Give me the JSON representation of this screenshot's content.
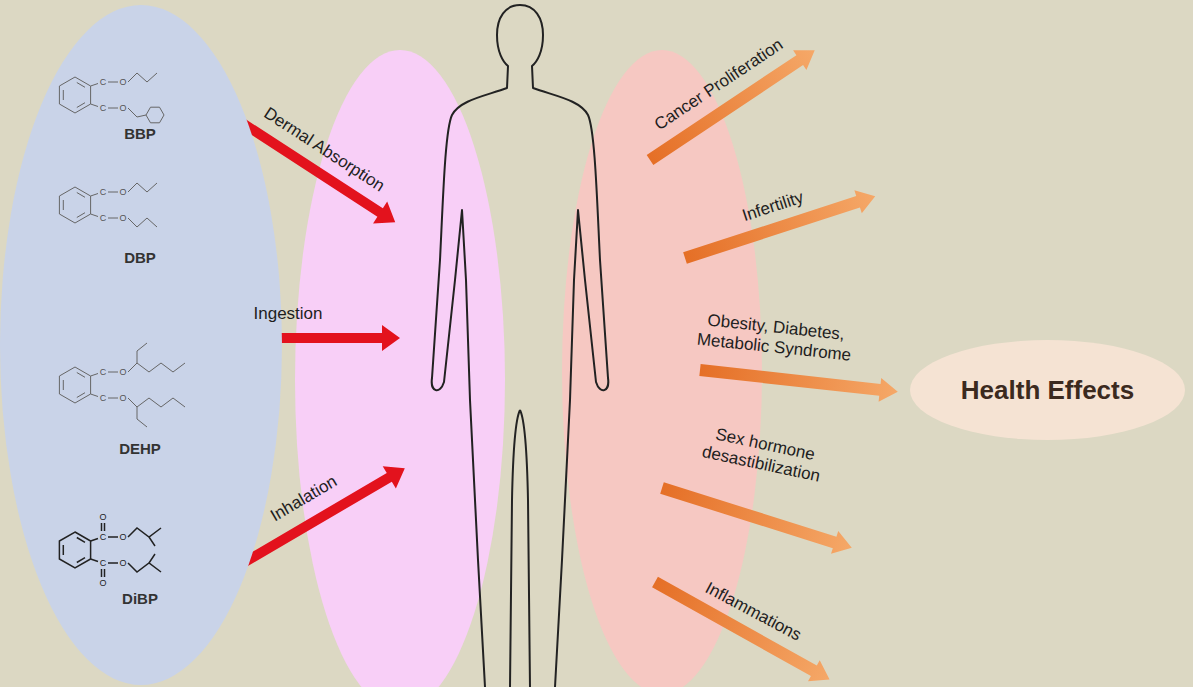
{
  "diagram": {
    "nodes": [
      {
        "text": [
          "BBP",
          "DBP",
          "DEHP",
          "DiBP"
        ]
      },
      {
        "text": [
          "Health Effects"
        ]
      }
    ],
    "labels": [
      "C",
      "O",
      "C",
      "O",
      "C",
      "O",
      "C",
      "O",
      "C",
      "O",
      "C",
      "O",
      "O",
      "C",
      "O",
      "C",
      "O",
      "O",
      "Dermal Absorption",
      "Ingestion",
      "Inhalation",
      "Cancer Proliferation",
      "Infertility",
      "Obesity, Diabetes, Metabolic Syndrome",
      "Sex hormone desastibilization",
      "Inflammations"
    ]
  }
}
